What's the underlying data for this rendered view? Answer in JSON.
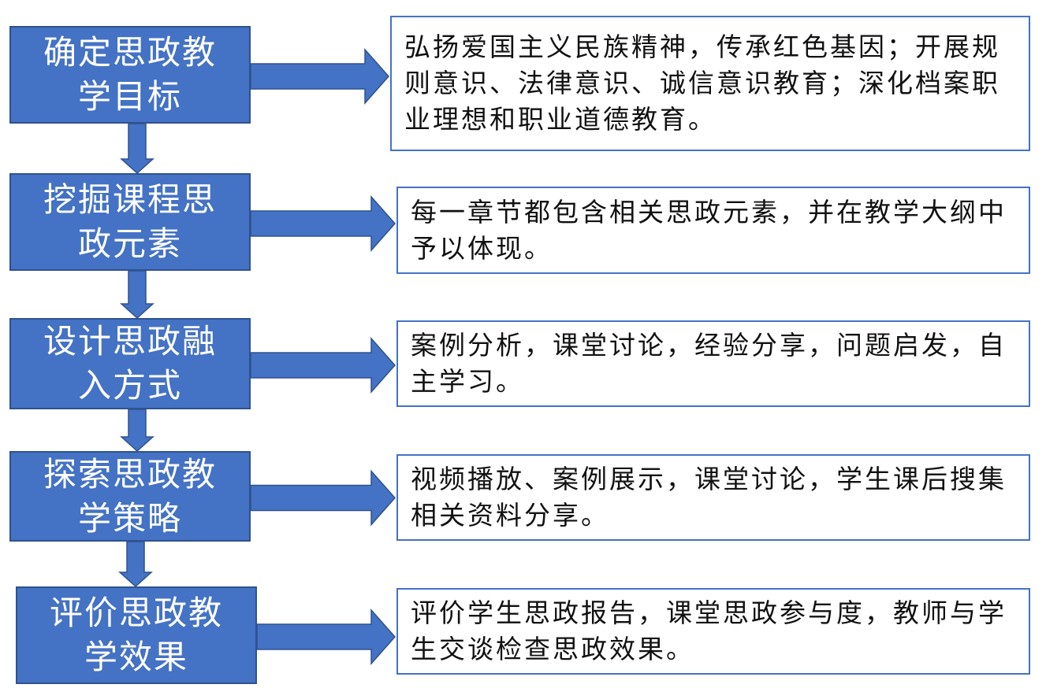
{
  "colors": {
    "box_fill": "#4472c4",
    "box_border": "#2f528f",
    "arrow_fill": "#4472c4",
    "desc_border": "#4472c4",
    "desc_text": "#111111"
  },
  "steps": [
    {
      "label": "确定思政教学目标",
      "description": "弘扬爱国主义民族精神，传承红色基因；开展规则意识、法律意识、诚信意识教育；深化档案职业理想和职业道德教育。"
    },
    {
      "label": "挖掘课程思政元素",
      "description": "每一章节都包含相关思政元素，并在教学大纲中予以体现。"
    },
    {
      "label": "设计思政融入方式",
      "description": "案例分析，课堂讨论，经验分享，问题启发，自主学习。"
    },
    {
      "label": "探索思政教学策略",
      "description": "视频播放、案例展示，课堂讨论，学生课后搜集相关资料分享。"
    },
    {
      "label": "评价思政教学效果",
      "description": "评价学生思政报告，课堂思政参与度，教师与学生交谈检查思政效果。"
    }
  ]
}
